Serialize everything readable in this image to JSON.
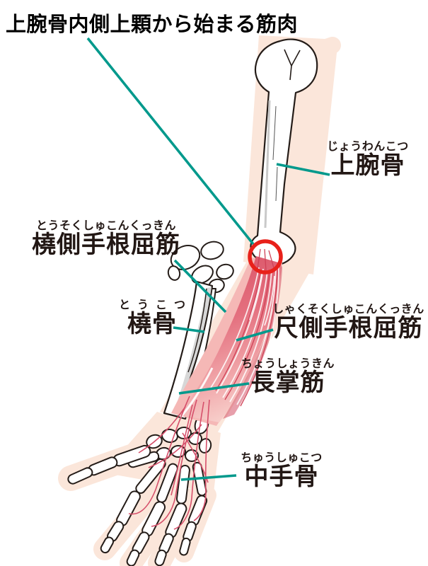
{
  "title": "上腕骨内側上顆から始まる筋肉",
  "labels": {
    "humerus": {
      "furigana": "じょうわんこつ",
      "text": "上腕骨"
    },
    "flexor_carpi_radialis": {
      "furigana": "とうそくしゅこんくっきん",
      "text": "橈側手根屈筋"
    },
    "radius_bone": {
      "furigana": "とうこつ",
      "text": "橈骨"
    },
    "flexor_carpi_ulnaris": {
      "furigana": "しゃくそくしゅこんくっきん",
      "text": "尺側手根屈筋"
    },
    "palmaris_longus": {
      "furigana": "ちょうしょうきん",
      "text": "長掌筋"
    },
    "metacarpals": {
      "furigana": "ちゅうしゅこつ",
      "text": "中手骨"
    }
  },
  "colors": {
    "leader_line": "#00998c",
    "highlight_circle": "#e8211a",
    "skin": "#fbe6da",
    "muscle_dark": "#d94f63",
    "muscle_light": "#f7cdc9",
    "bone_outline": "#241c18",
    "text": "#221714"
  }
}
